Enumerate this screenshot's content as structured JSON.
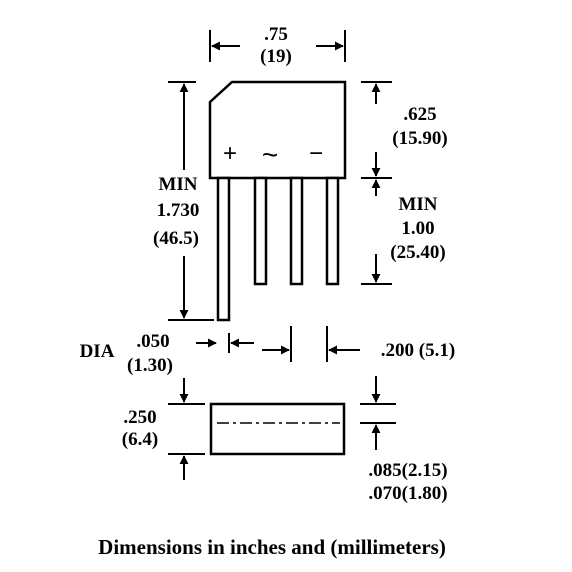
{
  "top_view": {
    "width_in": ".75",
    "width_mm": "(19)",
    "body_height_in": ".625",
    "body_height_mm": "(15.90)",
    "overall_min_label": "MIN",
    "overall_height_in": "1.730",
    "overall_height_mm": "(46.5)",
    "lead_min_label": "MIN",
    "lead_length_in": "1.00",
    "lead_length_mm": "(25.40)",
    "polarity_plus": "+",
    "polarity_ac": "~",
    "polarity_minus": "−"
  },
  "lead_dims": {
    "dia_label": "DIA",
    "lead_dia_in": ".050",
    "lead_dia_mm": "(1.30)",
    "pitch": ".200 (5.1)"
  },
  "side_view": {
    "thickness_in": ".250",
    "thickness_mm": "(6.4)",
    "height_max": ".085(2.15)",
    "height_min": ".070(1.80)"
  },
  "caption": "Dimensions in inches and (millimeters)"
}
